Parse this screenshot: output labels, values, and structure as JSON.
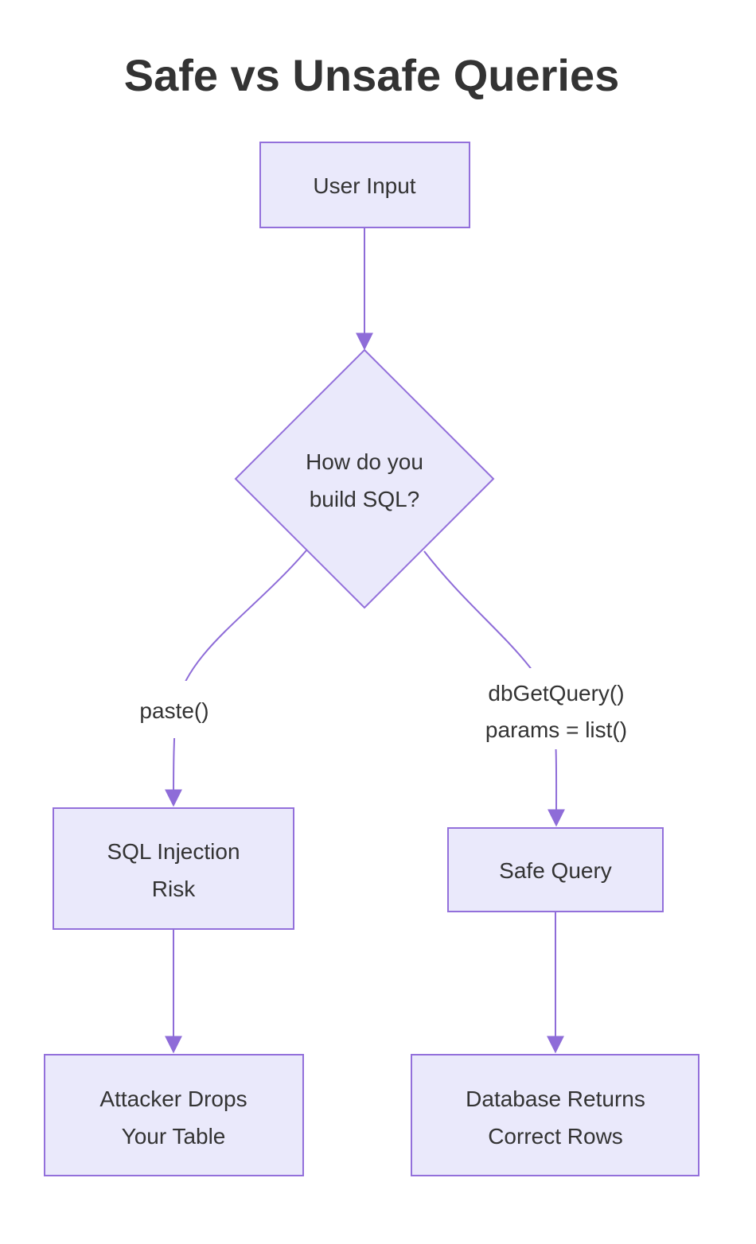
{
  "title": "Safe vs Unsafe Queries",
  "colors": {
    "node_fill": "#EAE9FB",
    "node_border": "#9370DB",
    "edge": "#8E6CD8",
    "text": "#333333",
    "background": "#FFFFFF"
  },
  "nodes": {
    "user_input": {
      "label": "User Input"
    },
    "decision": {
      "line1": "How do you",
      "line2": "build SQL?"
    },
    "sql_injection_risk": {
      "line1": "SQL Injection",
      "line2": "Risk"
    },
    "safe_query": {
      "label": "Safe Query"
    },
    "attacker_drops_table": {
      "line1": "Attacker Drops",
      "line2": "Your Table"
    },
    "database_returns_rows": {
      "line1": "Database Returns",
      "line2": "Correct Rows"
    }
  },
  "edge_labels": {
    "unsafe_branch": "paste()",
    "safe_branch_line1": "dbGetQuery()",
    "safe_branch_line2": "params = list()"
  }
}
